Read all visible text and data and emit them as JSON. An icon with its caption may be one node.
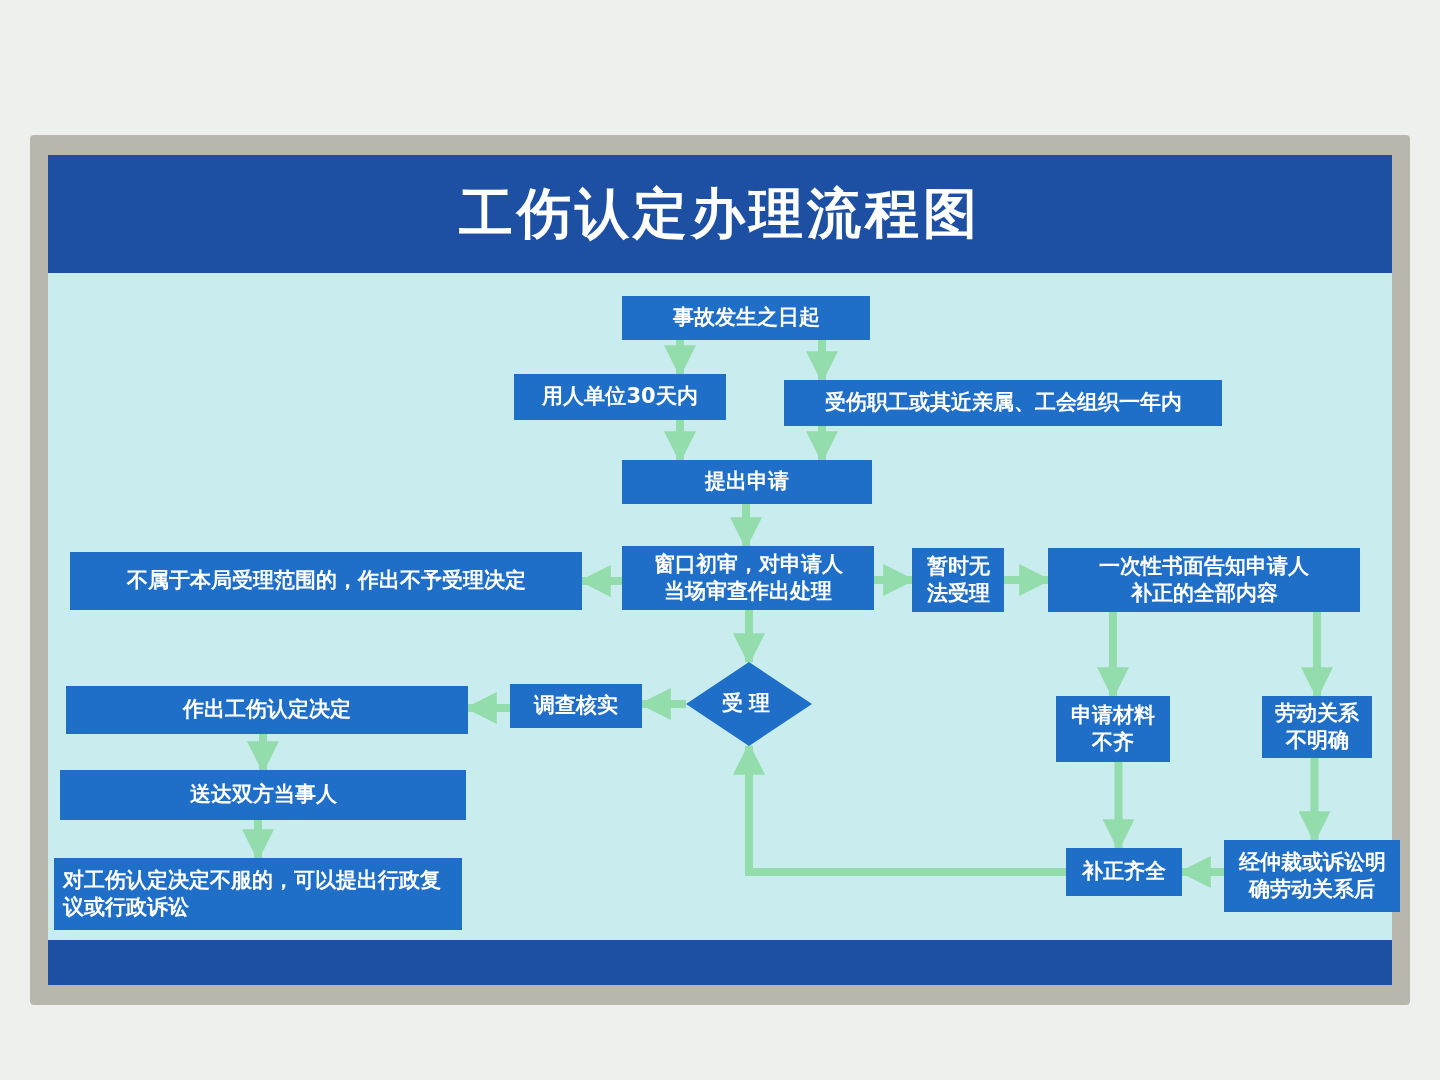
{
  "diagram": {
    "title": "工伤认定办理流程图",
    "nodes": [
      {
        "text": [
          "事故发生之日起"
        ]
      },
      {
        "text": [
          "用人单位30天内"
        ]
      },
      {
        "text": [
          "受伤职工或其近亲属、工会组织一年内"
        ]
      },
      {
        "text": [
          "提出申请"
        ]
      },
      {
        "text": [
          "窗口初审，对申请人当场审查作出处理"
        ]
      },
      {
        "text": [
          "不属于本局受理范围的，作出不予受理决定"
        ]
      },
      {
        "text": [
          "暂时无法受理"
        ]
      },
      {
        "text": [
          "一次性书面告知申请人补正的全部内容"
        ]
      },
      {
        "text": [
          "受理"
        ]
      },
      {
        "text": [
          "调查核实"
        ]
      },
      {
        "text": [
          "作出工伤认定决定"
        ]
      },
      {
        "text": [
          "送达双方当事人"
        ]
      },
      {
        "text": [
          "对工伤认定决定不服的，可以提出行政复议或行政诉讼"
        ]
      },
      {
        "text": [
          "申请材料不齐"
        ]
      },
      {
        "text": [
          "劳动关系不明确"
        ]
      },
      {
        "text": [
          "补正齐全"
        ]
      },
      {
        "text": [
          "经仲裁或诉讼明确劳动关系后"
        ]
      }
    ],
    "edges": [
      {
        "from": 0,
        "to": 1,
        "arrow": "to"
      },
      {
        "from": 0,
        "to": 2,
        "arrow": "to"
      },
      {
        "from": 1,
        "to": 3,
        "arrow": "to"
      },
      {
        "from": 2,
        "to": 3,
        "arrow": "to"
      },
      {
        "from": 3,
        "to": 4,
        "arrow": "to"
      },
      {
        "from": 4,
        "to": 5,
        "arrow": "to"
      },
      {
        "from": 4,
        "to": 6,
        "arrow": "to"
      },
      {
        "from": 6,
        "to": 7,
        "arrow": "to"
      },
      {
        "from": 4,
        "to": 8,
        "arrow": "to"
      },
      {
        "from": 8,
        "to": 9,
        "arrow": "to"
      },
      {
        "from": 9,
        "to": 10,
        "arrow": "to"
      },
      {
        "from": 10,
        "to": 11,
        "arrow": "to"
      },
      {
        "from": 11,
        "to": 12,
        "arrow": "to"
      },
      {
        "from": 7,
        "to": 13,
        "arrow": "to"
      },
      {
        "from": 7,
        "to": 14,
        "arrow": "to"
      },
      {
        "from": 13,
        "to": 15,
        "arrow": "to"
      },
      {
        "from": 14,
        "to": 16,
        "arrow": "to"
      },
      {
        "from": 16,
        "to": 15,
        "arrow": "to"
      },
      {
        "from": 15,
        "to": 8,
        "arrow": "to"
      }
    ]
  }
}
